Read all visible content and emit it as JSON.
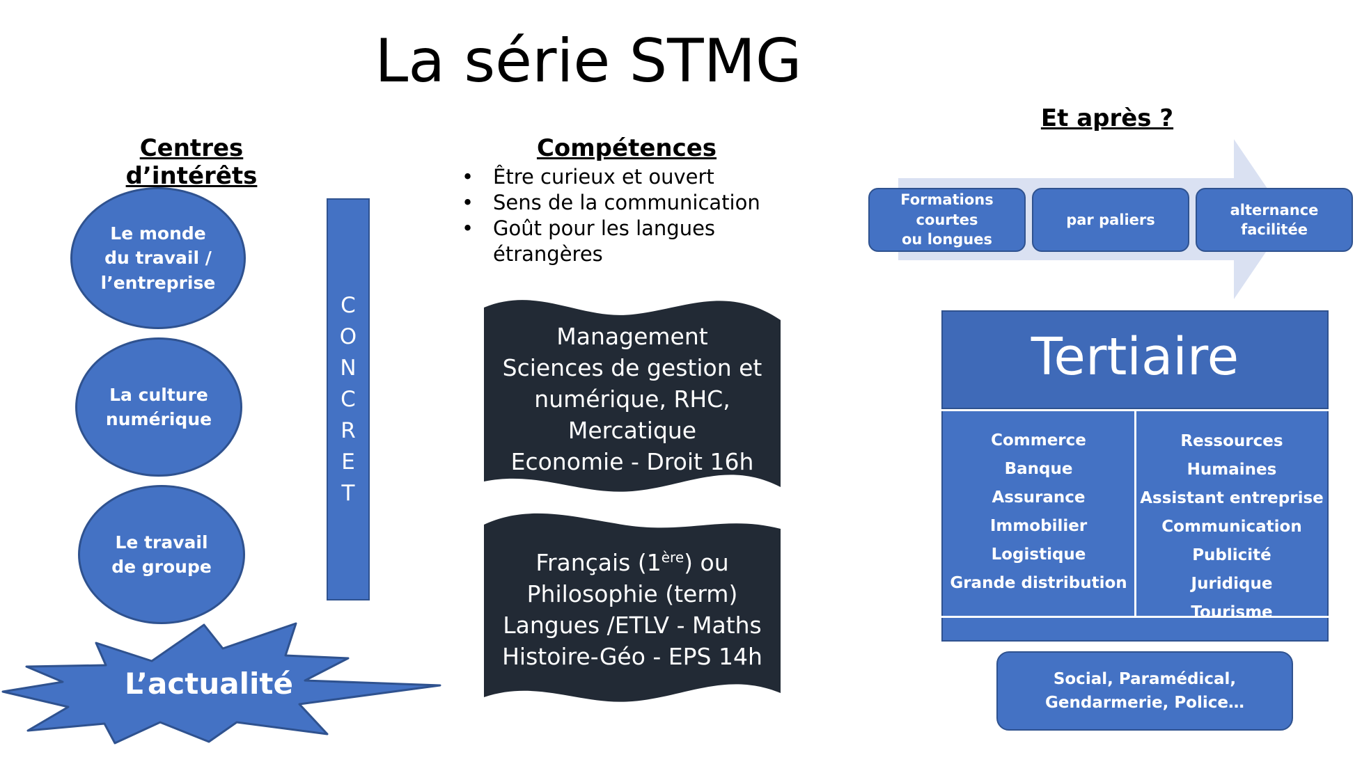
{
  "title": "La série STMG",
  "left": {
    "heading": "Centres d’intérêts",
    "ellipses": [
      "Le monde\ndu travail /\nl’entreprise",
      "La culture\nnumérique",
      "Le travail\nde groupe"
    ],
    "concret": [
      "C",
      "O",
      "N",
      "C",
      "R",
      "E",
      "T"
    ],
    "starburst": "L’actualité"
  },
  "middle": {
    "heading": "Compétences",
    "bullets": [
      "Être curieux et ouvert",
      "Sens de la communication",
      "Goût pour les langues étrangères"
    ],
    "box1_lines": [
      "Management",
      "Sciences de gestion et",
      "numérique, RHC,",
      "Mercatique",
      "Economie - Droit  16h"
    ],
    "box2": {
      "line1_pre": "Français (1",
      "line1_sup": "ère",
      "line1_post": ") ou",
      "lines": [
        "Philosophie (term)",
        "Langues /ETLV - Maths",
        "Histoire-Géo -  EPS 14h"
      ]
    }
  },
  "right": {
    "heading": "Et après ?",
    "arrow_boxes": [
      "Formations courtes\nou longues",
      "par paliers",
      "alternance\nfacilitée"
    ],
    "tertiaire_title": "Tertiaire",
    "col_left": [
      "Commerce",
      "Banque",
      "Assurance",
      "Immobilier",
      "Logistique",
      "Grande distribution"
    ],
    "col_right": [
      "Ressources Humaines",
      "Assistant entreprise",
      "Communication",
      "Publicité",
      "Juridique",
      "Tourisme"
    ],
    "bottom_box": "Social, Paramédical,\nGendarmerie, Police…"
  },
  "colors": {
    "blue": "#4472C4",
    "blue_border": "#2F528F",
    "dark": "#222A35",
    "arrow_light": "#DAE1F2"
  }
}
